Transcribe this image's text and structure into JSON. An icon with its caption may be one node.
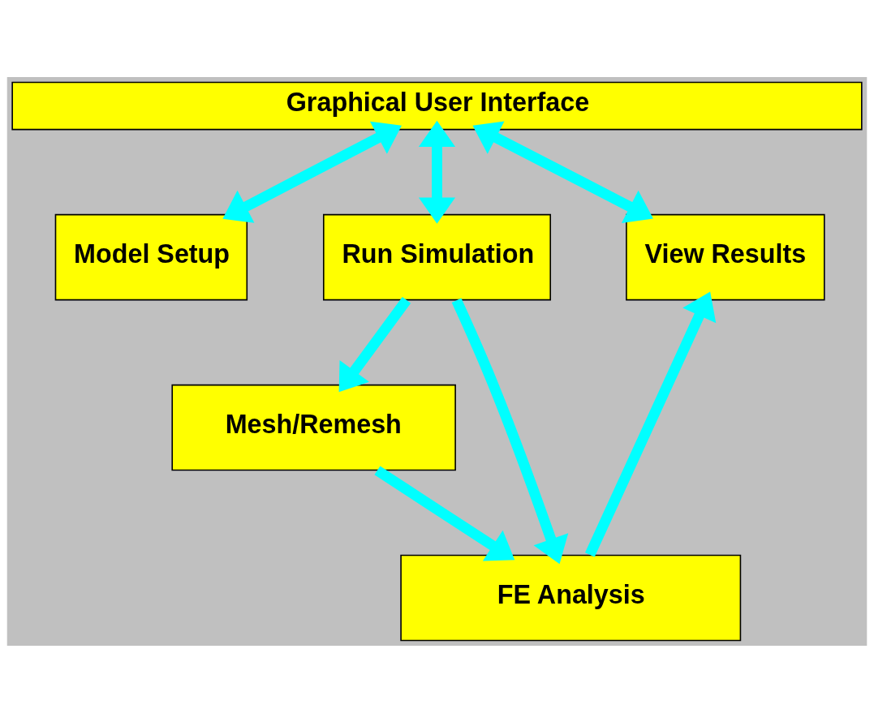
{
  "diagram": {
    "nodes": [
      {
        "text": [
          "Graphical User Interface"
        ]
      },
      {
        "text": [
          "Model Setup"
        ]
      },
      {
        "text": [
          "Run Simulation"
        ]
      },
      {
        "text": [
          "View Results"
        ]
      },
      {
        "text": [
          "Mesh/Remesh"
        ]
      },
      {
        "text": [
          "FE Analysis"
        ]
      }
    ],
    "edges": [
      {
        "from": 0,
        "to": 1,
        "arrow": "both"
      },
      {
        "from": 0,
        "to": 2,
        "arrow": "both"
      },
      {
        "from": 0,
        "to": 3,
        "arrow": "both"
      },
      {
        "from": 2,
        "to": 4,
        "arrow": "to"
      },
      {
        "from": 2,
        "to": 5,
        "arrow": "to"
      },
      {
        "from": 4,
        "to": 5,
        "arrow": "to"
      },
      {
        "from": 5,
        "to": 3,
        "arrow": "to"
      }
    ]
  }
}
